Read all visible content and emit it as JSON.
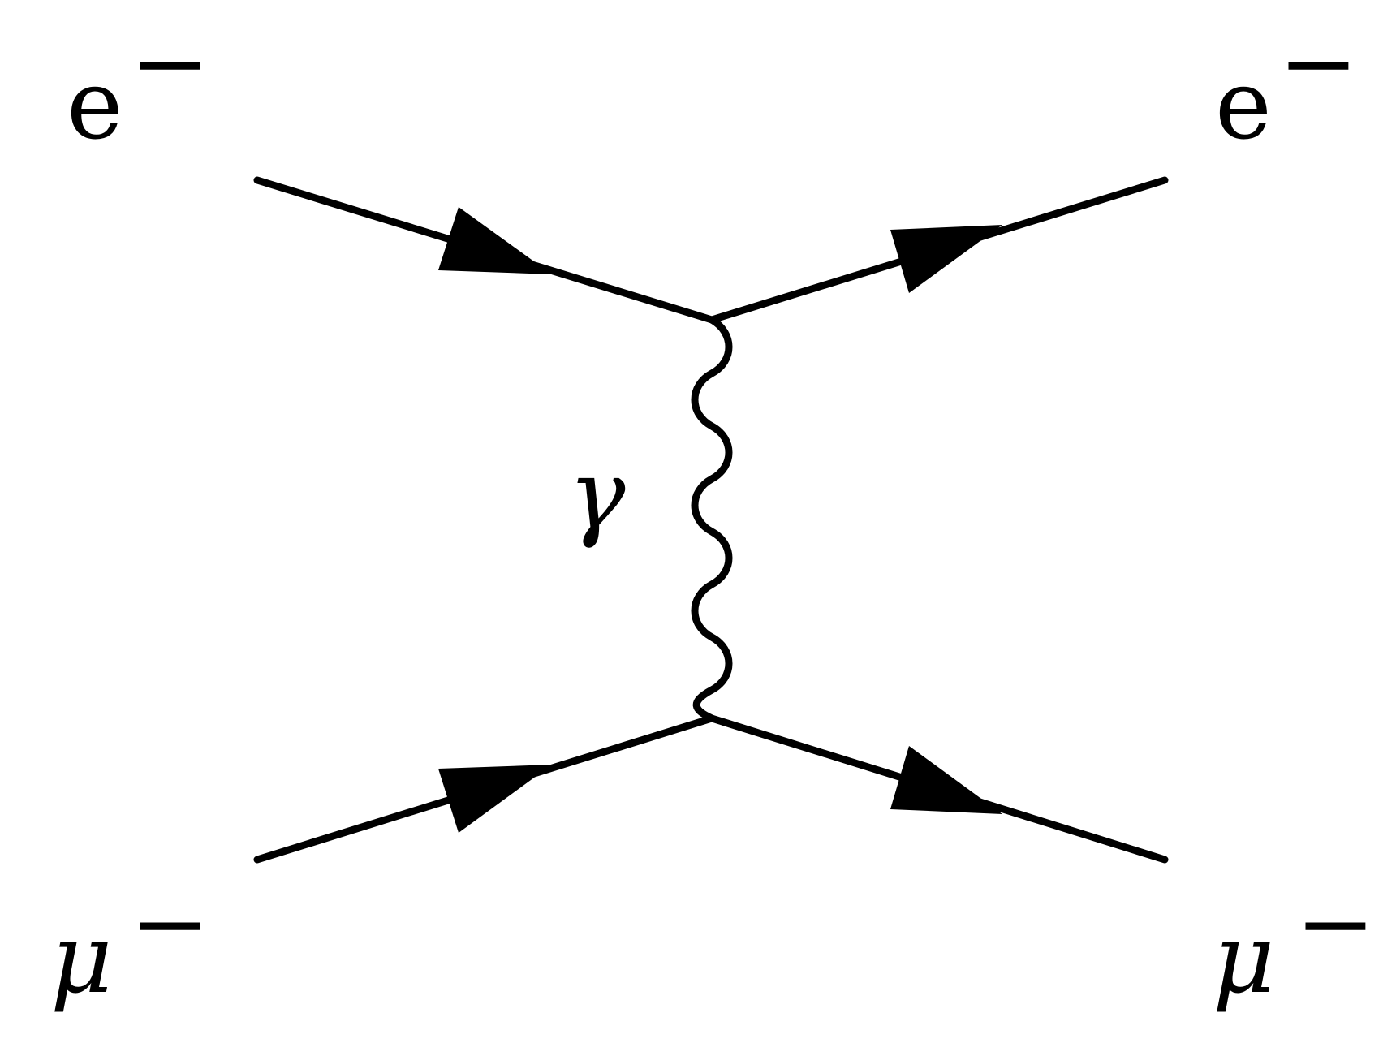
{
  "diagram": {
    "particles": {
      "top_left": {
        "symbol": "e",
        "charge": "−"
      },
      "top_right": {
        "symbol": "e",
        "charge": "−"
      },
      "bottom_left": {
        "symbol": "μ",
        "charge": "−"
      },
      "bottom_right": {
        "symbol": "μ",
        "charge": "−"
      },
      "propagator": {
        "symbol": "γ"
      }
    },
    "colors": {
      "ink": "#000000",
      "background": "#ffffff"
    }
  }
}
